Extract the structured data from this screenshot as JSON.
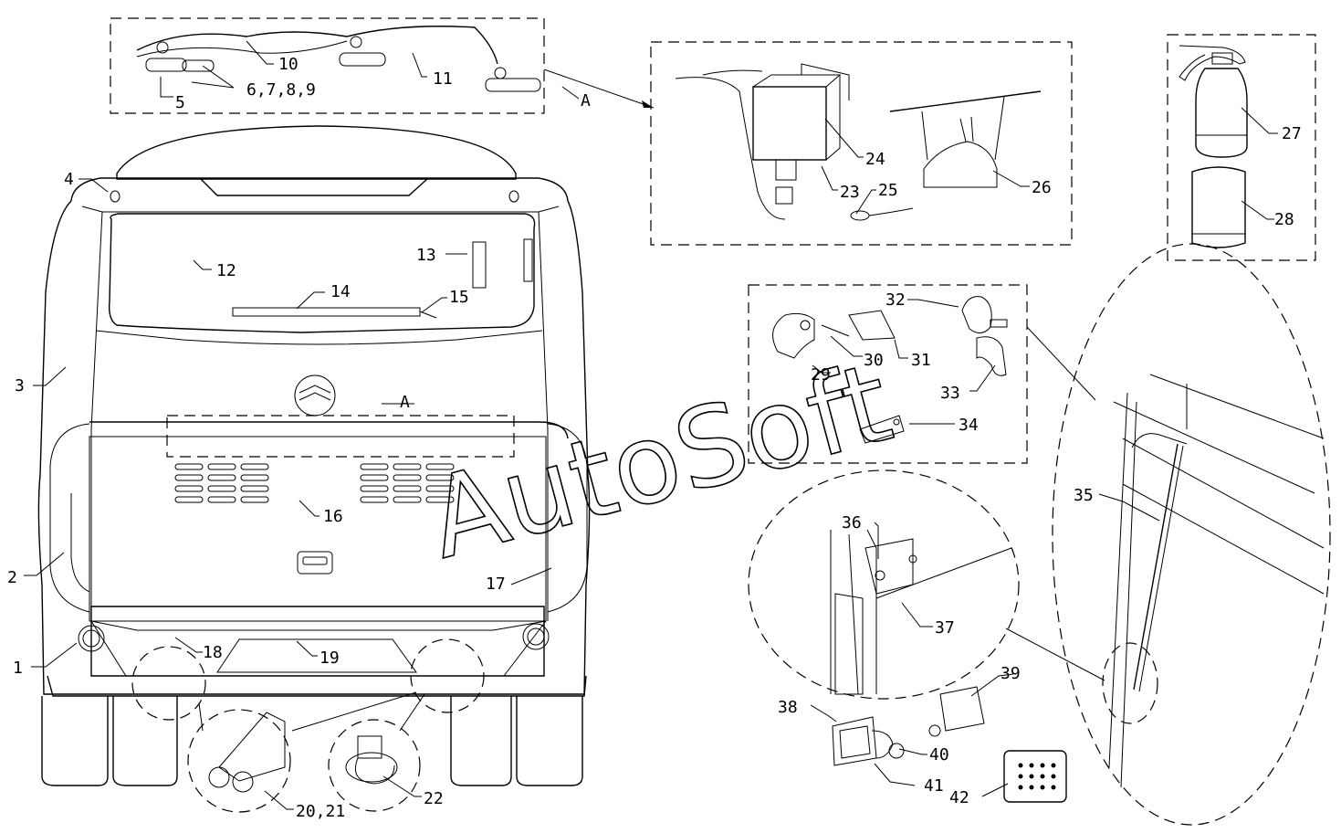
{
  "watermark": "AutoSoft",
  "labels": {
    "l1": "1",
    "l2": "2",
    "l3": "3",
    "l4": "4",
    "l5": "5",
    "l6789": "6,7,8,9",
    "l10": "10",
    "l11": "11",
    "l12": "12",
    "l13": "13",
    "l14": "14",
    "l15": "15",
    "l16": "16",
    "l17": "17",
    "l18": "18",
    "l19": "19",
    "l2021": "20,21",
    "l22": "22",
    "l23": "23",
    "l24": "24",
    "l25": "25",
    "l26": "26",
    "l27": "27",
    "l28": "28",
    "l29": "29",
    "l30": "30",
    "l31": "31",
    "l32": "32",
    "l33": "33",
    "l34": "34",
    "l35": "35",
    "l36": "36",
    "l37": "37",
    "l38": "38",
    "l39": "39",
    "l40": "40",
    "l41": "41",
    "l42": "42",
    "refA1": "A",
    "refA2": "A"
  }
}
